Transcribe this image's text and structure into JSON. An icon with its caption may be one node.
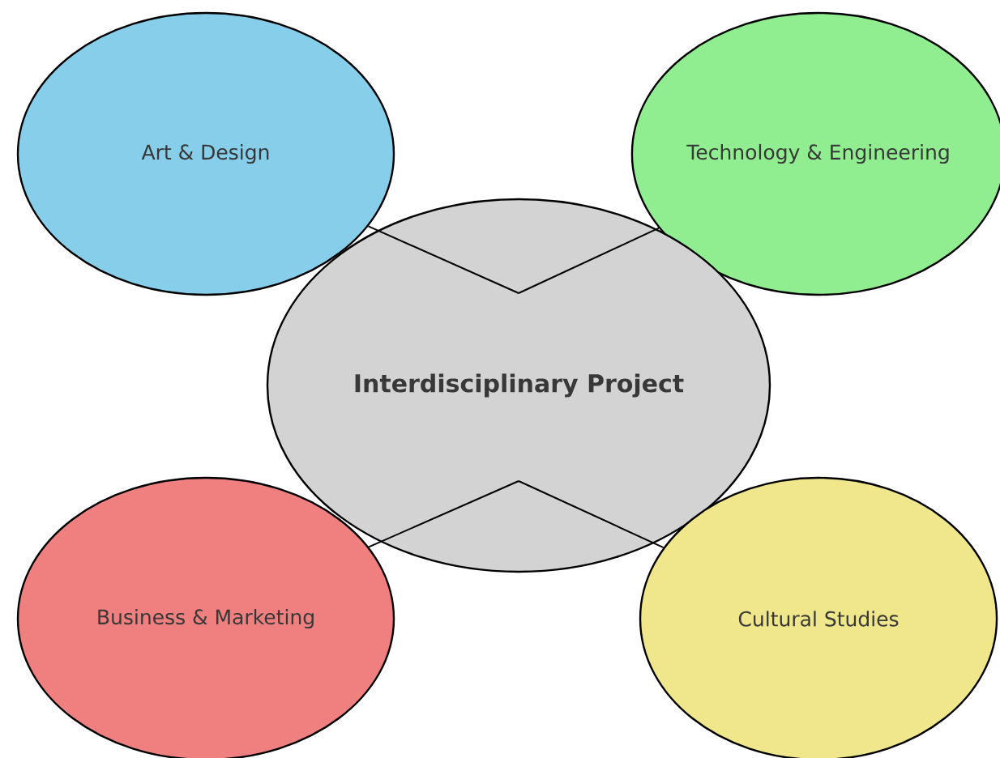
{
  "diagram": {
    "nodes": [
      {
        "text": [
          "Interdisciplinary Project"
        ]
      },
      {
        "text": [
          "Art & Design"
        ]
      },
      {
        "text": [
          "Technology & Engineering"
        ]
      },
      {
        "text": [
          "Business & Marketing"
        ]
      },
      {
        "text": [
          "Cultural Studies"
        ]
      }
    ],
    "edges": [
      {
        "from": 0,
        "to": 1,
        "arrow": "none"
      },
      {
        "from": 0,
        "to": 2,
        "arrow": "none"
      },
      {
        "from": 0,
        "to": 3,
        "arrow": "none"
      },
      {
        "from": 0,
        "to": 4,
        "arrow": "none"
      }
    ]
  }
}
